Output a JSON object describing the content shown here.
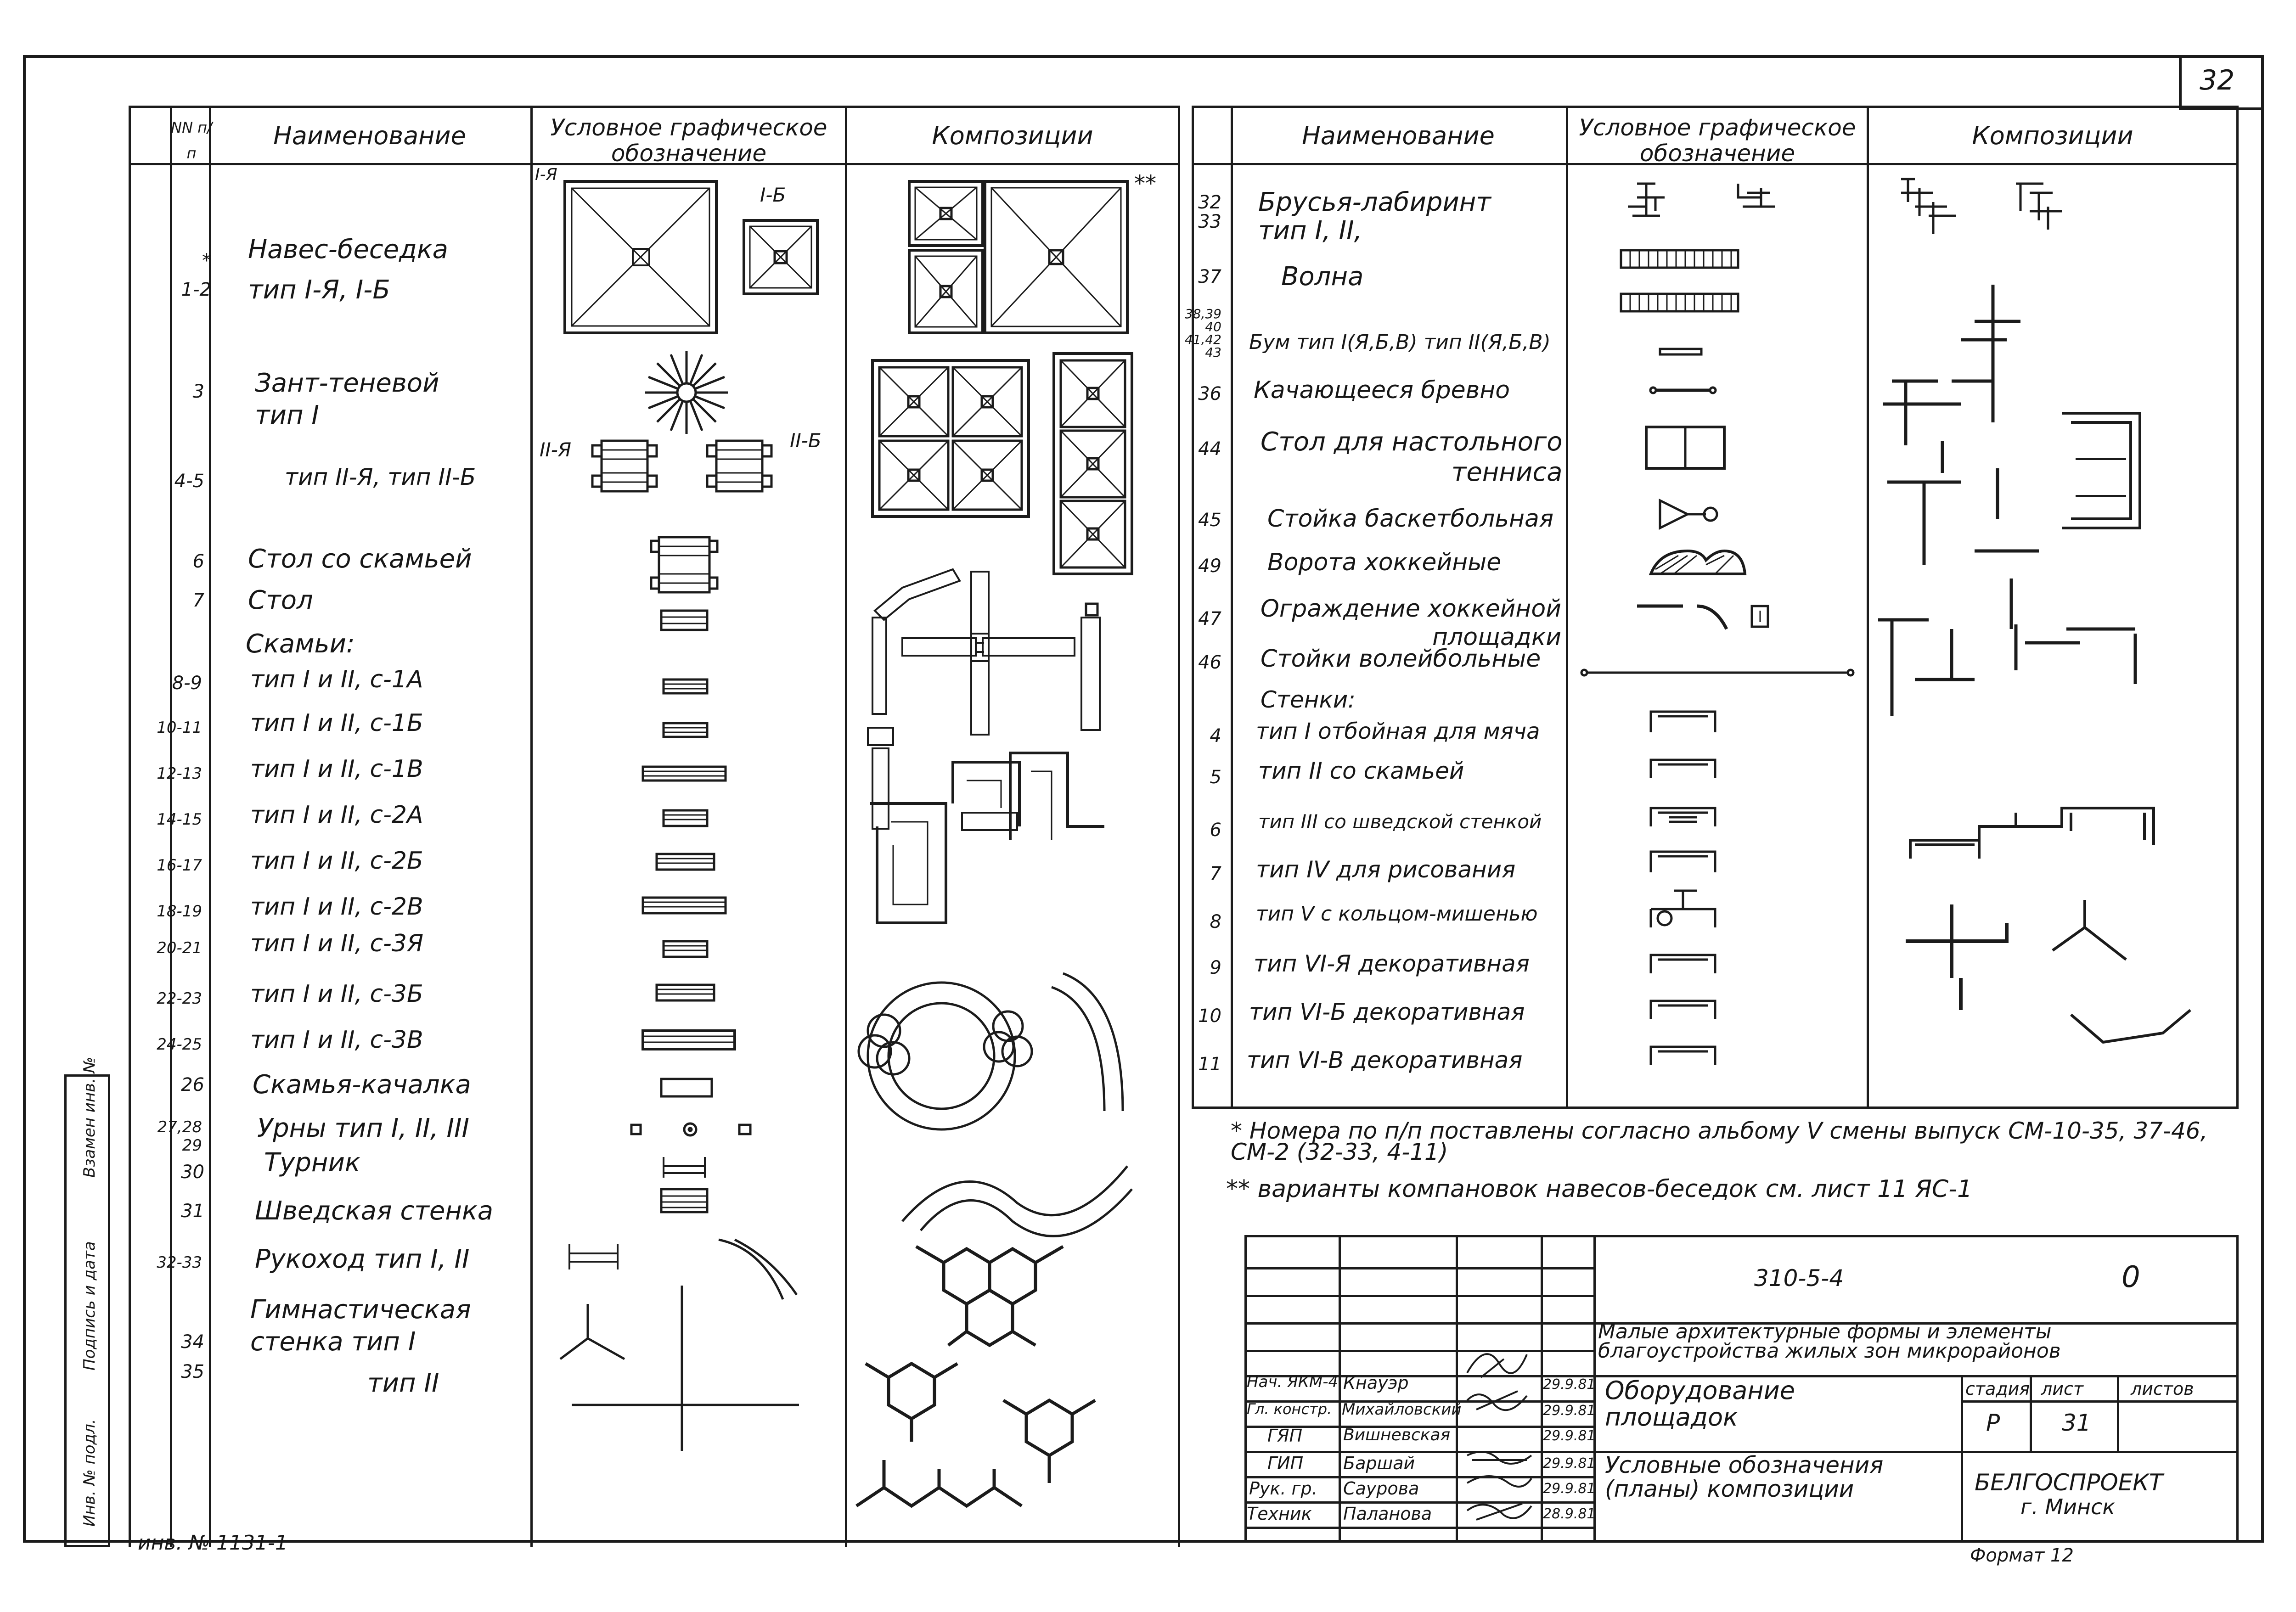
{
  "sheet_no": "32",
  "left_table": {
    "headers": {
      "num": "NN п/п",
      "name": "Наименование",
      "symbol": "Условное графическое обозначение",
      "composition": "Композиции"
    },
    "rows": [
      {
        "num": "*",
        "name": ""
      },
      {
        "num": "1-2",
        "name": "Навес-беседка\nтип I-Я, I-Б"
      },
      {
        "num": "3",
        "name": "Зант-теневой\nтип I"
      },
      {
        "num": "4-5",
        "name": "тип II-Я, тип II-Б"
      },
      {
        "num": "6",
        "name": "Стол со скамьей"
      },
      {
        "num": "7",
        "name": "Стол"
      },
      {
        "num": "",
        "name": "Скамьи:"
      },
      {
        "num": "8-9",
        "name": "тип I и II, с-1А"
      },
      {
        "num": "10-11",
        "name": "тип I и II, с-1Б"
      },
      {
        "num": "12-13",
        "name": "тип I и II, с-1В"
      },
      {
        "num": "14-15",
        "name": "тип I и II, с-2А"
      },
      {
        "num": "16-17",
        "name": "тип I и II, с-2Б"
      },
      {
        "num": "18-19",
        "name": "тип I и II, с-2В"
      },
      {
        "num": "20-21",
        "name": "тип I и II, с-3Я"
      },
      {
        "num": "22-23",
        "name": "тип I и II, с-3Б"
      },
      {
        "num": "24-25",
        "name": "тип I и II, с-3В"
      },
      {
        "num": "26",
        "name": "Скамья-качалка"
      },
      {
        "num": "27,28 29",
        "name": "Урны тип I, II, III"
      },
      {
        "num": "30",
        "name": "Турник"
      },
      {
        "num": "31",
        "name": "Шведская стенка"
      },
      {
        "num": "32-33",
        "name": "Рукоход тип I, II"
      },
      {
        "num": "",
        "name": "Гимнастическая"
      },
      {
        "num": "34",
        "name": "стенка тип I"
      },
      {
        "num": "35",
        "name": "тип II"
      }
    ],
    "symbol_labels": {
      "s1": "I-Я",
      "s2": "I-Б",
      "s3": "II-Я",
      "s4": "II-Б"
    },
    "comp_mark": "**"
  },
  "right_table": {
    "headers": {
      "name": "Наименование",
      "symbol": "Условное графическое обозначение",
      "composition": "Композиции"
    },
    "rows": [
      {
        "num": "32 33",
        "name": "Брусья-лабиринт\nтип I, II,"
      },
      {
        "num": "37",
        "name": "Волна"
      },
      {
        "num": "38,39 40 41,42 43",
        "name": "Бум тип I(Я,Б,В) тип II(Я,Б,В)"
      },
      {
        "num": "36",
        "name": "Качающееся бревно"
      },
      {
        "num": "44",
        "name": "Стол для настольного\nтенниса"
      },
      {
        "num": "45",
        "name": "Стойка баскетбольная"
      },
      {
        "num": "49",
        "name": "Ворота хоккейные"
      },
      {
        "num": "47",
        "name": "Ограждение хоккейной\nплощадки"
      },
      {
        "num": "46",
        "name": "Стойки волейбольные"
      },
      {
        "num": "",
        "name": "Стенки:"
      },
      {
        "num": "4",
        "name": "тип I отбойная для мяча"
      },
      {
        "num": "5",
        "name": "тип II со скамьей"
      },
      {
        "num": "6",
        "name": "тип III со шведской стенкой"
      },
      {
        "num": "7",
        "name": "тип IV для рисования"
      },
      {
        "num": "8",
        "name": "тип V с кольцом-мишенью"
      },
      {
        "num": "9",
        "name": "тип VI-Я декоративная"
      },
      {
        "num": "10",
        "name": "тип VI-Б декоративная"
      },
      {
        "num": "11",
        "name": "тип VI-В декоративная"
      }
    ]
  },
  "notes": [
    "* Номера по п/п поставлены согласно альбому V смены выпуск СМ-10-35, 37-46, СМ-2 (32-33, 4-11)",
    "** варианты компановок навесов-беседок см. лист 11 ЯС-1"
  ],
  "title_block": {
    "doc_code": "310-5-4",
    "doc_code_suffix": "0",
    "project_title": "Малые архитектурные формы и элементы благоустройства жилых зон микрорайонов",
    "section_title": "Оборудование площадок",
    "drawing_title": "Условные обозначения (планы) композиции",
    "stage_hdr": "стадия",
    "sheet_hdr": "лист",
    "sheets_hdr": "листов",
    "stage": "Р",
    "sheet": "31",
    "org": "БЕЛГОСПРОЕКТ",
    "city": "г. Минск",
    "format": "Формат 12",
    "staff": [
      {
        "role": "Нач. ЯКМ-4",
        "name": "Кнауэр",
        "date": "29.9.81"
      },
      {
        "role": "Гл. констр.",
        "name": "Михайловский",
        "date": "29.9.81"
      },
      {
        "role": "ГЯП",
        "name": "Вишневская",
        "date": "29.9.81"
      },
      {
        "role": "ГИП",
        "name": "Баршай",
        "date": "29.9.81"
      },
      {
        "role": "Рук. гр.",
        "name": "Саурова",
        "date": "29.9.81"
      },
      {
        "role": "Техник",
        "name": "Паланова",
        "date": "28.9.81"
      }
    ]
  },
  "side_stamp": {
    "inv_podl": "Инв. № подл.",
    "sign_date": "Подпись и дата",
    "vzam": "Взамен инв. №"
  },
  "inv_number": "инв. № 1131-1"
}
